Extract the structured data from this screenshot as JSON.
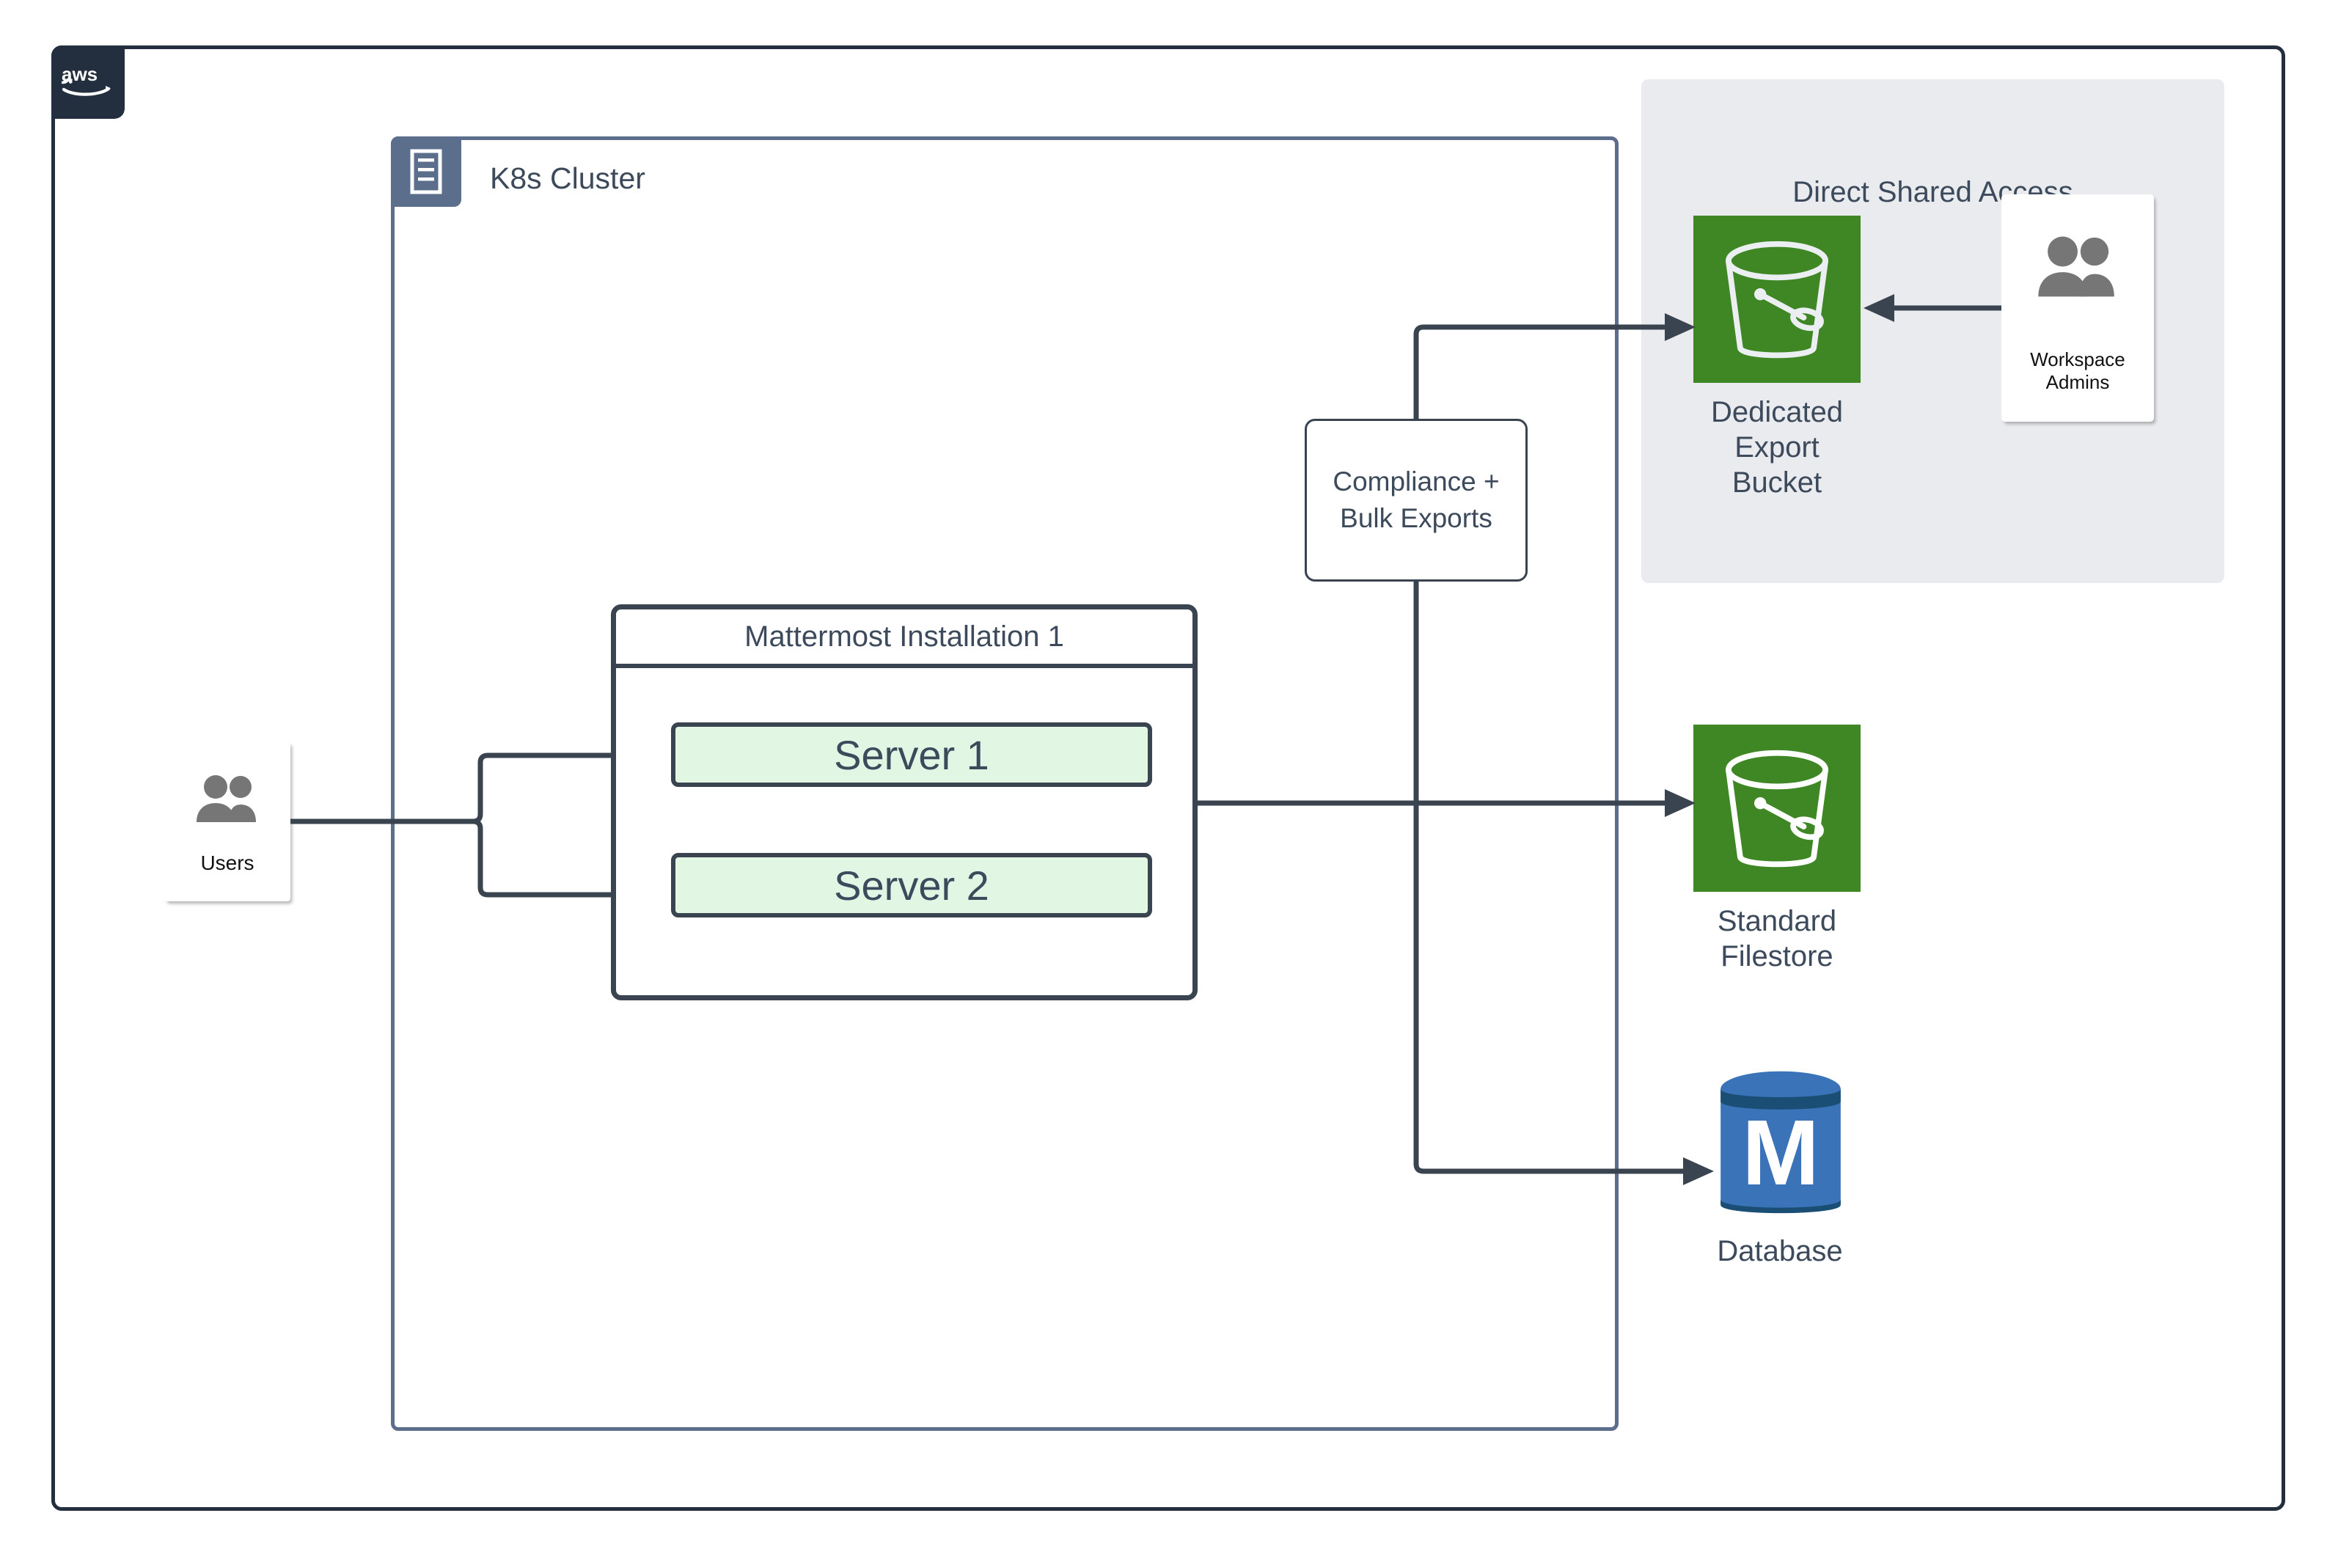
{
  "diagram": {
    "provider_badge": "aws",
    "frame_name": "AWS Cloud"
  },
  "cluster": {
    "title": "K8s Cluster",
    "icon": "server-rack-icon"
  },
  "installation": {
    "title": "Mattermost Installation 1",
    "servers": [
      {
        "label": "Server 1"
      },
      {
        "label": "Server 2"
      }
    ]
  },
  "users": {
    "label": "Users",
    "icon": "users-group-icon"
  },
  "compliance": {
    "line1": "Compliance +",
    "line2": "Bulk Exports"
  },
  "shared_access": {
    "title": "Direct Shared Access",
    "admins": {
      "label": "Workspace Admins",
      "icon": "users-group-icon"
    },
    "export_bucket": {
      "line1": "Dedicated Export",
      "line2": "Bucket",
      "icon": "s3-bucket-icon"
    }
  },
  "filestore": {
    "line1": "Standard",
    "line2": "Filestore",
    "icon": "s3-bucket-icon"
  },
  "database": {
    "label": "Database",
    "icon": "rds-database-icon",
    "glyph": "M"
  },
  "colors": {
    "aws_navy": "#232F3E",
    "k8s_slate": "#5B6E8C",
    "node_border": "#3A4450",
    "server_fill": "#E2F6E4",
    "s3_green": "#3F8624",
    "db_blue": "#3B73B9",
    "db_blue_dark": "#1A4E74",
    "group_gray": "#E9EBEF",
    "text_slate": "#3D4A5C",
    "people_gray": "#767676"
  }
}
